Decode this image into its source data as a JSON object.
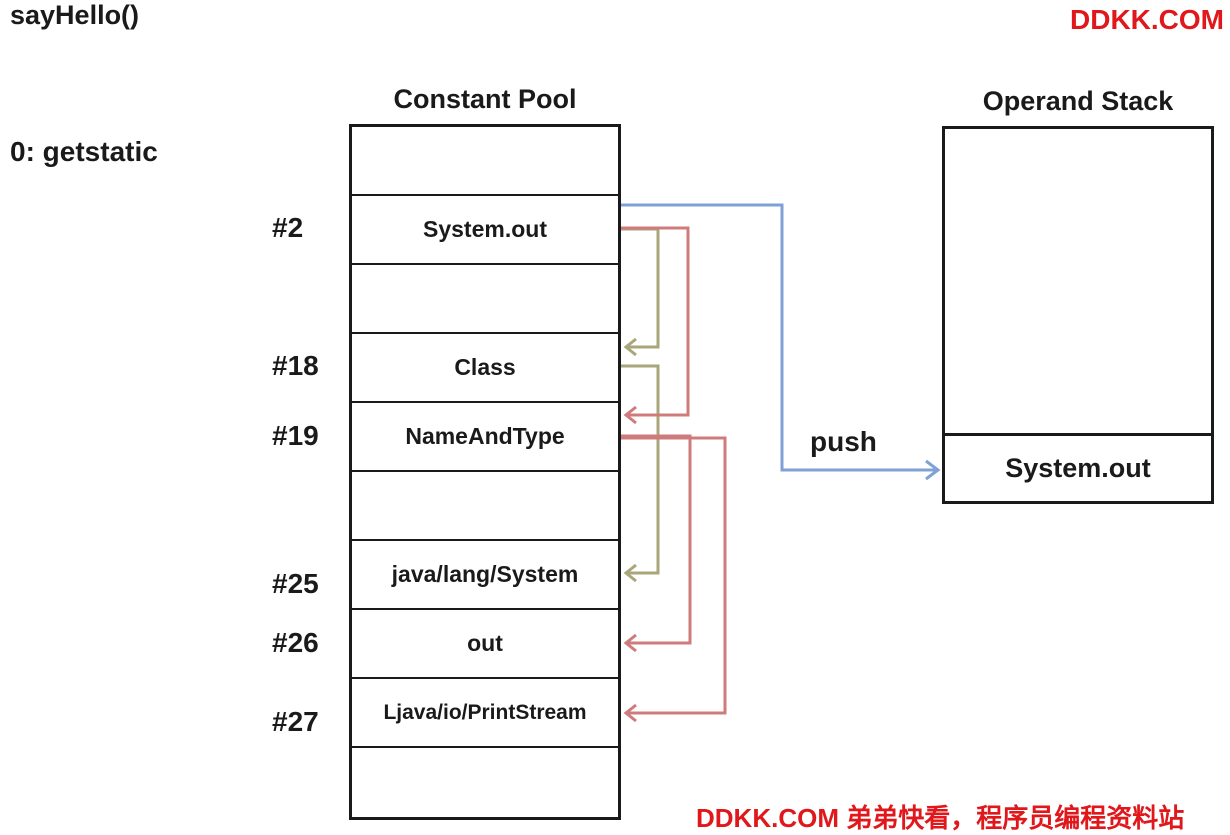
{
  "header": {
    "method": "sayHello()",
    "instruction": "0: getstatic",
    "watermark_top": "DDKK.COM",
    "watermark_bottom": "DDKK.COM 弟弟快看，程序员编程资料站"
  },
  "constant_pool": {
    "title": "Constant Pool",
    "rows": [
      {
        "index": "",
        "value": ""
      },
      {
        "index": "#2",
        "value": "System.out"
      },
      {
        "index": "",
        "value": ""
      },
      {
        "index": "#18",
        "value": "Class"
      },
      {
        "index": "#19",
        "value": "NameAndType"
      },
      {
        "index": "",
        "value": ""
      },
      {
        "index": "#25",
        "value": "java/lang/System"
      },
      {
        "index": "#26",
        "value": "out"
      },
      {
        "index": "#27",
        "value": "Ljava/io/PrintStream"
      },
      {
        "index": "",
        "value": ""
      }
    ]
  },
  "operand_stack": {
    "title": "Operand Stack",
    "top_value": "System.out",
    "push_label": "push"
  },
  "colors": {
    "olive_arrow": "#a9a67a",
    "red_arrow": "#d07b7b",
    "blue_arrow": "#7fa1d6",
    "watermark": "#e0171b"
  }
}
